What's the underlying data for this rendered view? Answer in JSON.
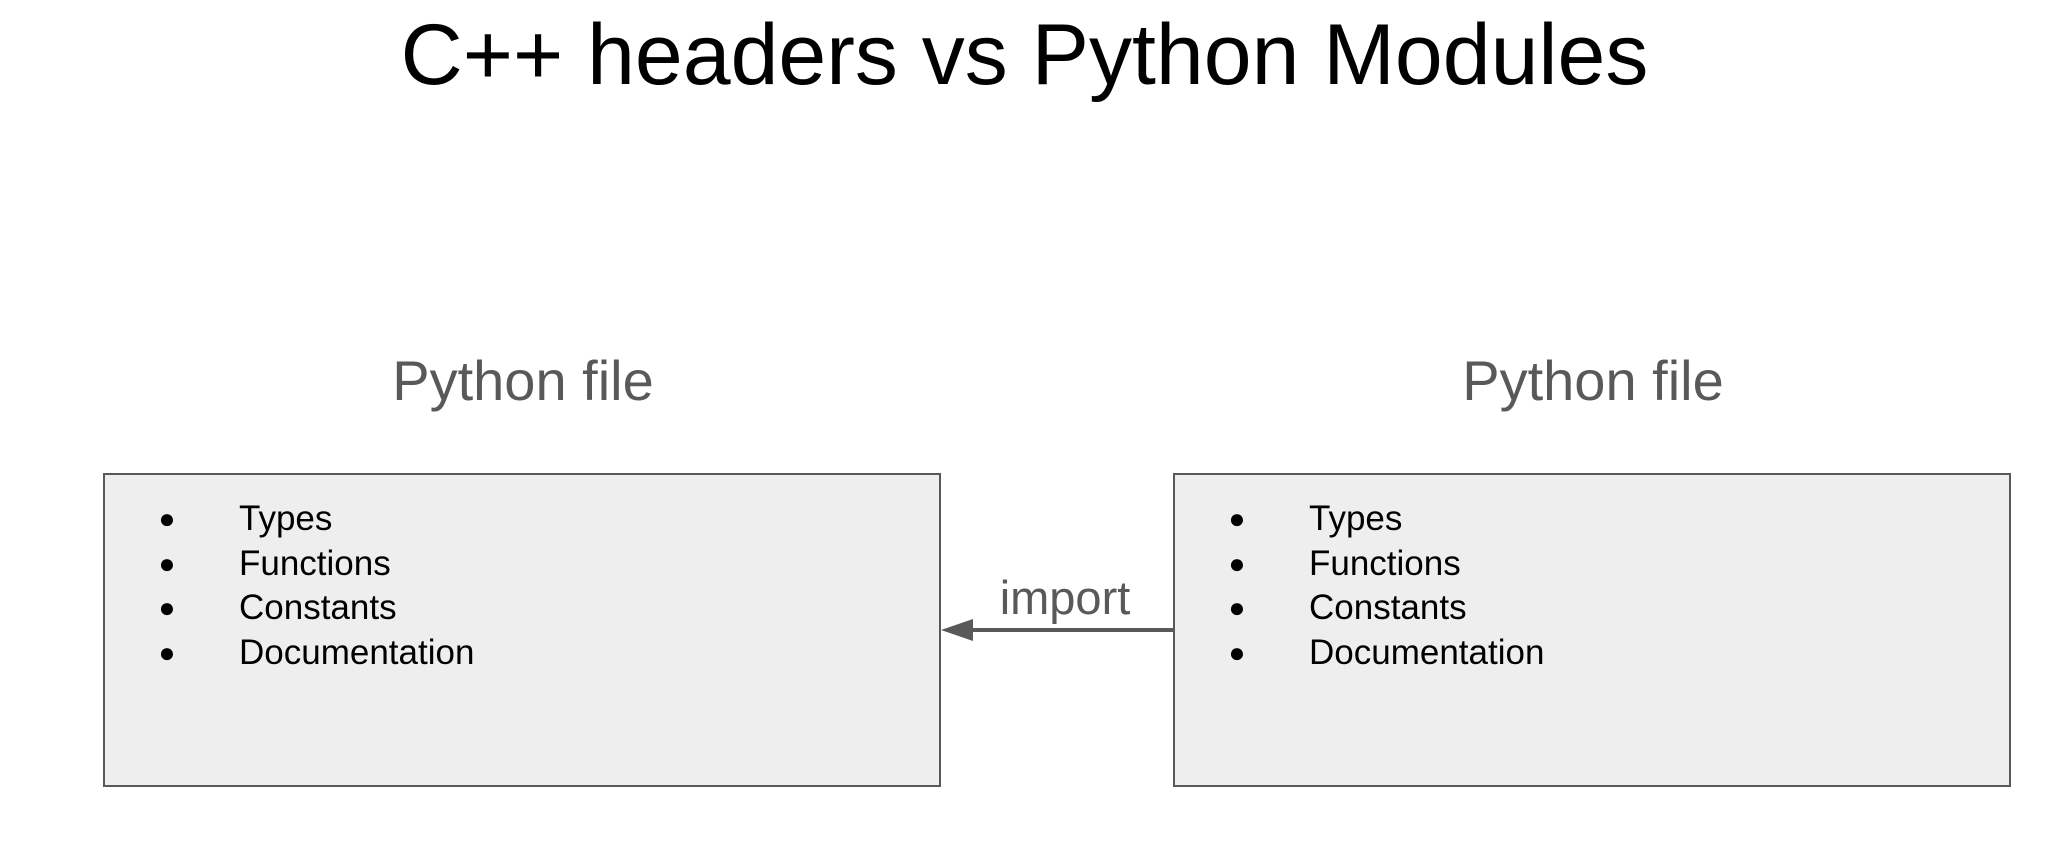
{
  "title": "C++ headers vs Python Modules",
  "left_module": {
    "label": "Python file",
    "items": [
      "Types",
      "Functions",
      "Constants",
      "Documentation"
    ]
  },
  "right_module": {
    "label": "Python file",
    "items": [
      "Types",
      "Functions",
      "Constants",
      "Documentation"
    ]
  },
  "connector": {
    "label": "import",
    "direction": "right-to-left"
  },
  "colors": {
    "box_fill": "#eeeeee",
    "box_border": "#595959",
    "label_text": "#595959",
    "title_text": "#000000"
  },
  "icons": {
    "bullet": "bullet-dot-icon",
    "arrow": "arrow-left-icon"
  }
}
